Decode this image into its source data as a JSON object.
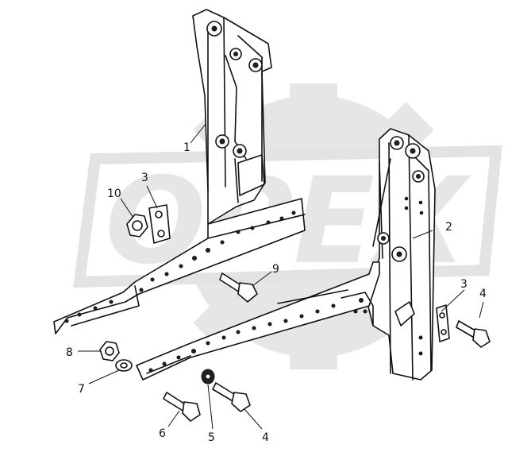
{
  "watermark": {
    "text": "OPEX",
    "color": "#e3e3e3"
  },
  "callouts": [
    {
      "id": "1",
      "label": "1"
    },
    {
      "id": "2",
      "label": "2"
    },
    {
      "id": "3a",
      "label": "3"
    },
    {
      "id": "3b",
      "label": "3"
    },
    {
      "id": "4a",
      "label": "4"
    },
    {
      "id": "4b",
      "label": "4"
    },
    {
      "id": "5",
      "label": "5"
    },
    {
      "id": "6",
      "label": "6"
    },
    {
      "id": "7",
      "label": "7"
    },
    {
      "id": "8",
      "label": "8"
    },
    {
      "id": "9",
      "label": "9"
    },
    {
      "id": "10",
      "label": "10"
    }
  ],
  "colors": {
    "ink": "#111111",
    "background": "#ffffff"
  }
}
